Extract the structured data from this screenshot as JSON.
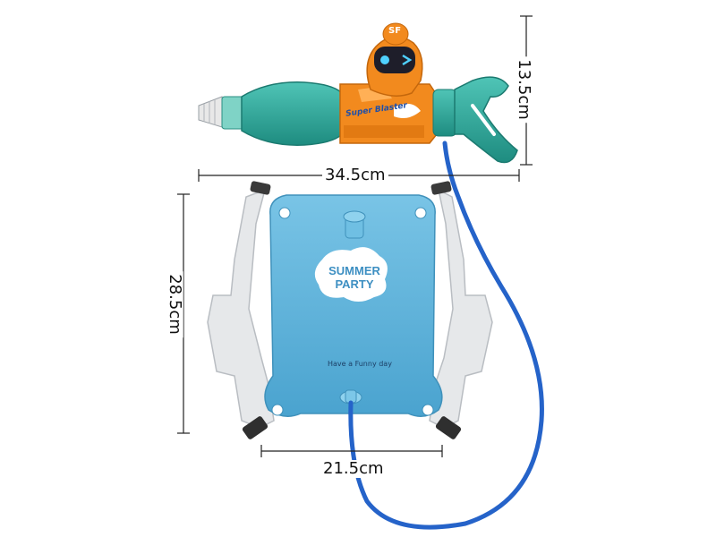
{
  "product": {
    "bag_brand": "SUMMER PARTY",
    "bag_tagline": "Have a Funny day",
    "gun_brand": "SF",
    "gun_side_print": "Super Blaster"
  },
  "dimensions": {
    "gun_width": "34.5cm",
    "gun_height": "13.5cm",
    "bag_height": "28.5cm",
    "bag_width": "21.5cm"
  },
  "colors": {
    "teal": "#2aa89a",
    "orange": "#f28a1e",
    "bag_blue": "#5fb3d9",
    "hose_blue": "#2563c9",
    "strap": "#e4e6e8"
  }
}
